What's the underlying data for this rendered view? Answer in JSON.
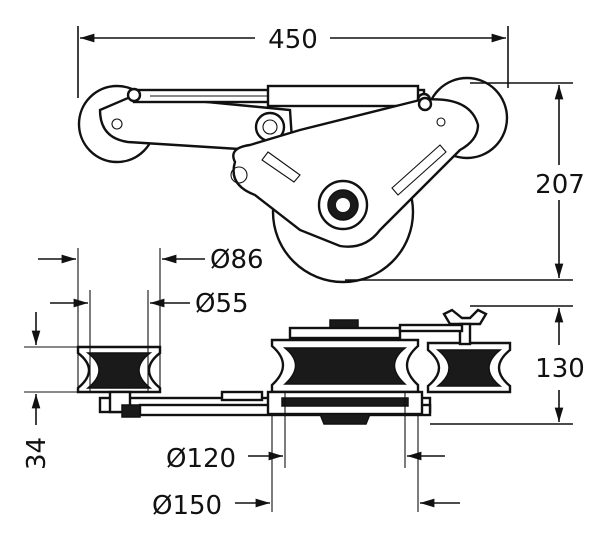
{
  "dimensions": {
    "overall_width": "450",
    "height_side": "207",
    "small_roller_outer_dia": "Ø86",
    "small_roller_inner_dia": "Ø55",
    "bottom_height": "130",
    "left_height": "34",
    "large_wheel_inner_dia": "Ø120",
    "large_wheel_outer_dia": "Ø150"
  },
  "colors": {
    "ink": "#111111",
    "background": "#ffffff"
  }
}
